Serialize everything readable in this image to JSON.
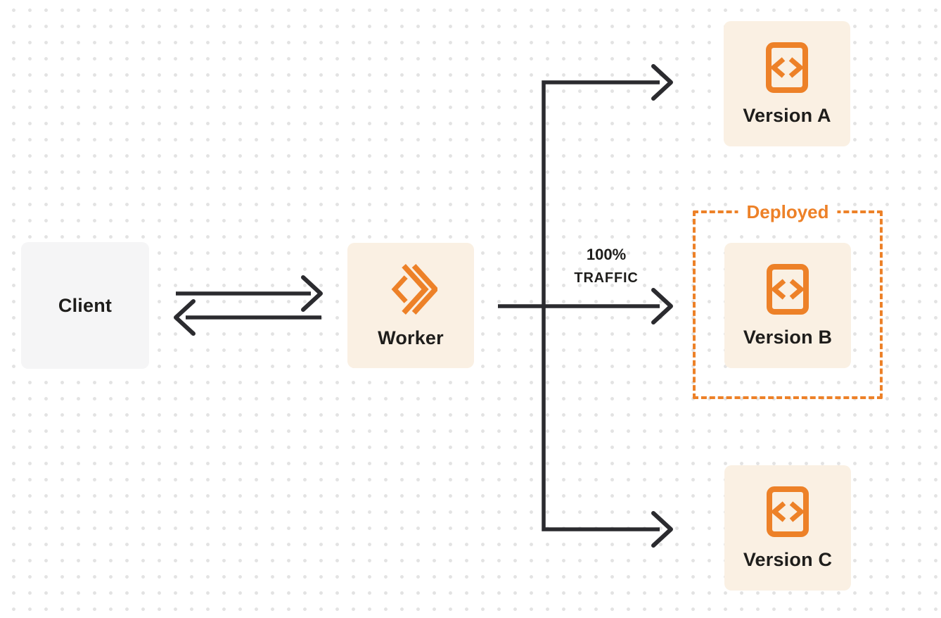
{
  "diagram": {
    "title": "worker-version-routing-diagram",
    "nodes": {
      "client": {
        "label": "Client"
      },
      "worker": {
        "label": "Worker"
      },
      "version_a": {
        "label": "Version A"
      },
      "version_b": {
        "label": "Version B"
      },
      "version_c": {
        "label": "Version C"
      }
    },
    "annotations": {
      "deployed_label": "Deployed",
      "traffic_pct": "100%",
      "traffic_word": "TRAFFIC"
    },
    "icons": {
      "worker_icon": "workers-logo-icon",
      "version_icon": "code-file-icon"
    },
    "colors": {
      "accent_orange": "#ED8128",
      "node_cream_bg": "#FAF0E3",
      "client_gray_bg": "#F5F5F6",
      "arrow_dark": "#2B2B2F",
      "label_text": "#1E1D1B",
      "dot_grid": "#E3E3E3",
      "page_bg": "#FFFFFF"
    },
    "edges": [
      {
        "from": "client",
        "to": "worker",
        "direction": "right"
      },
      {
        "from": "worker",
        "to": "client",
        "direction": "left"
      },
      {
        "from": "worker",
        "to": "version_a"
      },
      {
        "from": "worker",
        "to": "version_b",
        "label": "100% TRAFFIC"
      },
      {
        "from": "worker",
        "to": "version_c"
      }
    ]
  }
}
